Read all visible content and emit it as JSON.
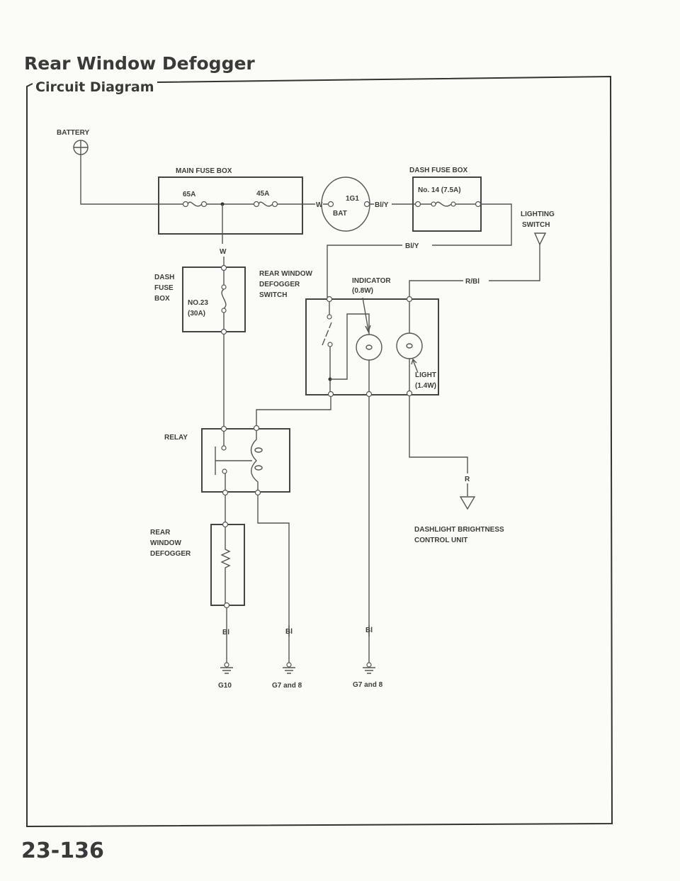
{
  "page": {
    "title": "Rear Window Defogger",
    "section": "Circuit Diagram",
    "page_number": "23-136"
  },
  "diagram": {
    "battery": "BATTERY",
    "main_fuse_box": {
      "label": "MAIN FUSE BOX",
      "fuse1": "65A",
      "fuse2": "45A"
    },
    "ignition": {
      "terminal_in": "BAT",
      "terminal_out": "1G1"
    },
    "dash_fuse_box_top": {
      "label": "DASH FUSE BOX",
      "fuse": "No. 14 (7.5A)"
    },
    "lighting_switch": [
      "LIGHTING",
      "SWITCH"
    ],
    "dash_fuse_box_left": {
      "label": [
        "DASH",
        "FUSE",
        "BOX"
      ],
      "fuse": [
        "NO.23",
        "(30A)"
      ]
    },
    "switch_label": [
      "REAR WINDOW",
      "DEFOGGER",
      "SWITCH"
    ],
    "indicator": [
      "INDICATOR",
      "(0.8W)"
    ],
    "light": [
      "LIGHT",
      "(1.4W)"
    ],
    "relay": "RELAY",
    "defogger": [
      "REAR",
      "WINDOW",
      "DEFOGGER"
    ],
    "dashlight": [
      "DASHLIGHT BRIGHTNESS",
      "CONTROL UNIT"
    ],
    "wires": {
      "w1": "W",
      "w2": "W",
      "bly1": "Bl/Y",
      "bly2": "Bl/Y",
      "rbl": "R/Bl",
      "r": "R",
      "bl1": "Bl",
      "bl2": "Bl",
      "bl3": "Bl"
    },
    "grounds": [
      "G10",
      "G7 and 8",
      "G7 and 8"
    ]
  }
}
